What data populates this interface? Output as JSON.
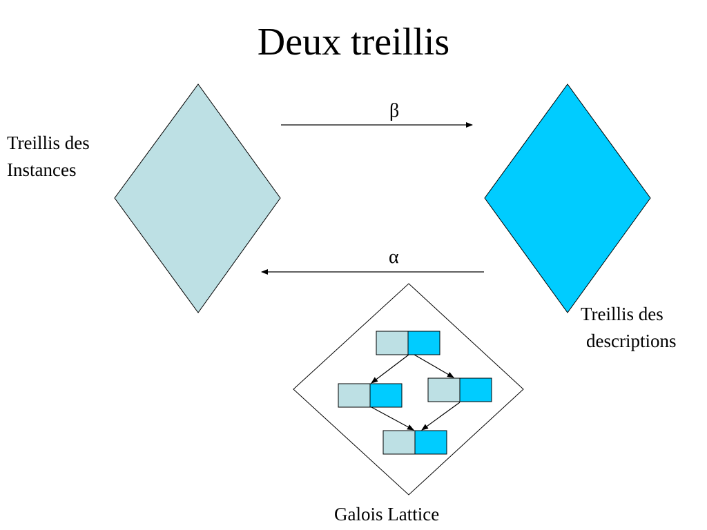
{
  "slide": {
    "title": "Deux treillis"
  },
  "labels": {
    "instances_line1": "Treillis des",
    "instances_line2": "Instances",
    "descriptions_line1": "Treillis des",
    "descriptions_line2": "descriptions",
    "galois": "Galois Lattice"
  },
  "arrows": {
    "top_symbol": "β",
    "bottom_symbol": "α"
  },
  "colors": {
    "instances_fill": "#bde0e4",
    "descriptions_fill": "#00ccff",
    "stroke": "#000000"
  }
}
